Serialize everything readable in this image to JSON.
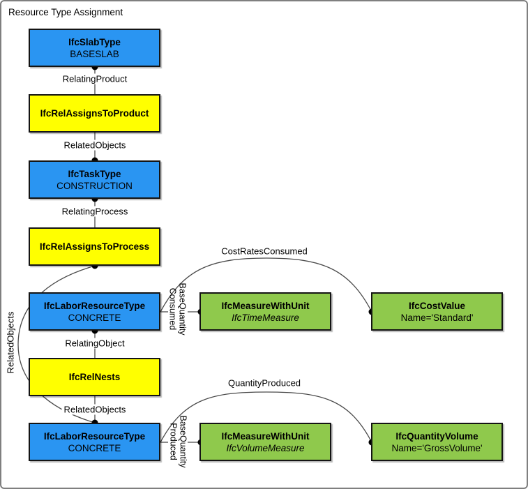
{
  "title": "Resource Type Assignment",
  "colors": {
    "blue": "#2A95F2",
    "yellow": "#FFFF00",
    "green": "#8FC94C"
  },
  "nodes": {
    "slab_type": {
      "name": "IfcSlabType",
      "value": "BASESLAB"
    },
    "rel_assigns_to_product": {
      "name": "IfcRelAssignsToProduct",
      "value": ""
    },
    "task_type": {
      "name": "IfcTaskType",
      "value": "CONSTRUCTION"
    },
    "rel_assigns_to_process": {
      "name": "IfcRelAssignsToProcess",
      "value": ""
    },
    "labor_resource_type_1": {
      "name": "IfcLaborResourceType",
      "value": "CONCRETE"
    },
    "rel_nests": {
      "name": "IfcRelNests",
      "value": ""
    },
    "labor_resource_type_2": {
      "name": "IfcLaborResourceType",
      "value": "CONCRETE"
    },
    "measure_time": {
      "name": "IfcMeasureWithUnit",
      "value": "IfcTimeMeasure"
    },
    "cost_value": {
      "name": "IfcCostValue",
      "value": "Name='Standard'"
    },
    "measure_volume": {
      "name": "IfcMeasureWithUnit",
      "value": "IfcVolumeMeasure"
    },
    "quantity_volume": {
      "name": "IfcQuantityVolume",
      "value": "Name='GrossVolume'"
    }
  },
  "edge_labels": {
    "relating_product": "RelatingProduct",
    "related_objects_1": "RelatedObjects",
    "relating_process": "RelatingProcess",
    "relating_object": "RelatingObject",
    "related_objects_2": "RelatedObjects",
    "related_objects_left": "RelatedObjects",
    "cost_rates_consumed": "CostRatesConsumed",
    "quantity_produced": "QuantityProduced",
    "base_quantity_consumed_line1": "BaseQuantity",
    "base_quantity_consumed_line2": "Consumed",
    "base_quantity_produced_line1": "BaseQuantity",
    "base_quantity_produced_line2": "Produced"
  }
}
